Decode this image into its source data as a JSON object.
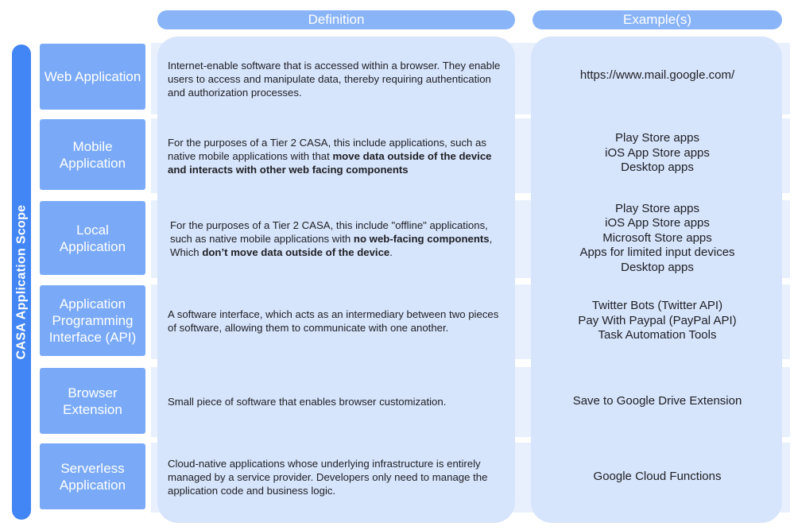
{
  "header": {
    "definition": "Definition",
    "examples": "Example(s)"
  },
  "side_label": "CASA  Application Scope",
  "rows": [
    {
      "label": "Web Application",
      "definition": [
        {
          "text": "Internet-enable software that is accessed within a browser. They enable users to access and manipulate data, thereby requiring authentication and authorization processes.",
          "bold": false
        }
      ],
      "examples": [
        "https://www.mail.google.com/"
      ]
    },
    {
      "label": "Mobile Application",
      "definition": [
        {
          "text": "For the purposes of a Tier 2 CASA, this include applications, such as native mobile applications with that ",
          "bold": false
        },
        {
          "text": "move data outside of the device and interacts with other web facing components",
          "bold": true
        }
      ],
      "examples": [
        "Play Store apps",
        "iOS App Store apps",
        "Desktop apps"
      ]
    },
    {
      "label": "Local Application",
      "definition": [
        {
          "text": "For the purposes of a Tier 2 CASA, this include \"offline\" applications, such as native mobile applications with ",
          "bold": false
        },
        {
          "text": "no web-facing components",
          "bold": true
        },
        {
          "text": ", Which ",
          "bold": false
        },
        {
          "text": "don’t move data outside of the device",
          "bold": true
        },
        {
          "text": ".",
          "bold": false
        }
      ],
      "examples": [
        "Play Store apps",
        "iOS App Store apps",
        "Microsoft Store apps",
        "Apps for limited input devices",
        "Desktop apps"
      ]
    },
    {
      "label": "Application Programming Interface (API)",
      "definition": [
        {
          "text": "A software interface, which acts as an intermediary between two pieces of software, allowing them to communicate with one another.",
          "bold": false
        }
      ],
      "examples": [
        "Twitter Bots (Twitter API)",
        "Pay With Paypal (PayPal API)",
        "Task Automation Tools"
      ]
    },
    {
      "label": "Browser Extension",
      "definition": [
        {
          "text": "Small piece of software that enables browser customization.",
          "bold": false
        }
      ],
      "examples": [
        "Save to Google Drive Extension"
      ]
    },
    {
      "label": "Serverless Application",
      "definition": [
        {
          "text": "Cloud-native applications whose underlying infrastructure is entirely managed by a service provider. Developers only need to manage the application code and business logic.",
          "bold": false
        }
      ],
      "examples": [
        "Google Cloud Functions"
      ]
    }
  ],
  "colors": {
    "header": "#8ab4f8",
    "side": "#4285f4",
    "label": "#7aaaf7",
    "row_band": "#e8f0fe",
    "column": "#d6e4fc"
  }
}
